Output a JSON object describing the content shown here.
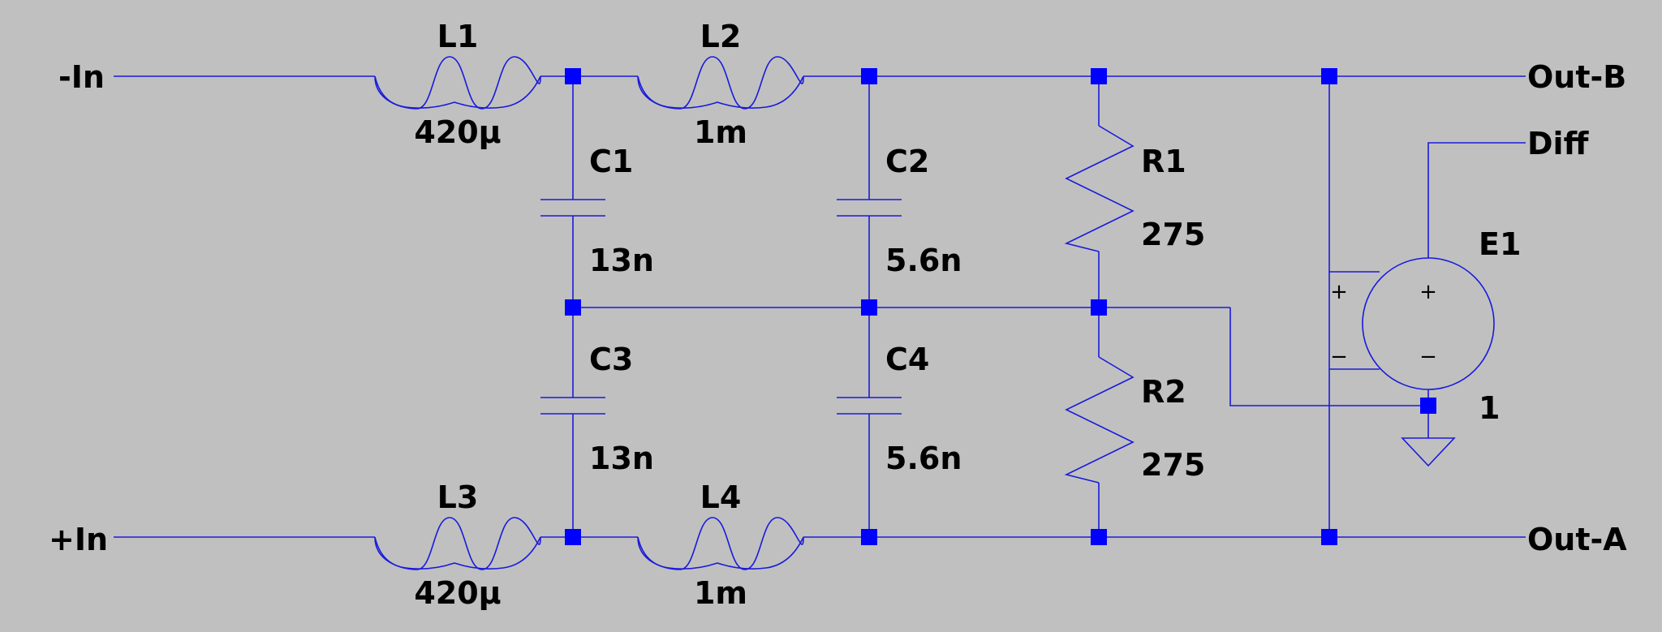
{
  "colors": {
    "background": "#c0c0c0",
    "wire": "#1a1adb",
    "node": "#0000ff",
    "text": "#000000"
  },
  "ports": {
    "neg_in": "-In",
    "pos_in": "+In",
    "out_b": "Out-B",
    "out_a": "Out-A",
    "diff": "Diff"
  },
  "components": {
    "L1": {
      "name": "L1",
      "value": "420µ"
    },
    "L2": {
      "name": "L2",
      "value": "1m"
    },
    "L3": {
      "name": "L3",
      "value": "420µ"
    },
    "L4": {
      "name": "L4",
      "value": "1m"
    },
    "C1": {
      "name": "C1",
      "value": "13n"
    },
    "C2": {
      "name": "C2",
      "value": "5.6n"
    },
    "C3": {
      "name": "C3",
      "value": "13n"
    },
    "C4": {
      "name": "C4",
      "value": "5.6n"
    },
    "R1": {
      "name": "R1",
      "value": "275"
    },
    "R2": {
      "name": "R2",
      "value": "275"
    },
    "E1": {
      "name": "E1",
      "value": "1",
      "pos_sign": "+",
      "neg_sign": "−"
    }
  },
  "icons": {
    "ground": "ground-icon",
    "vcvs": "vcvs-source-icon"
  }
}
